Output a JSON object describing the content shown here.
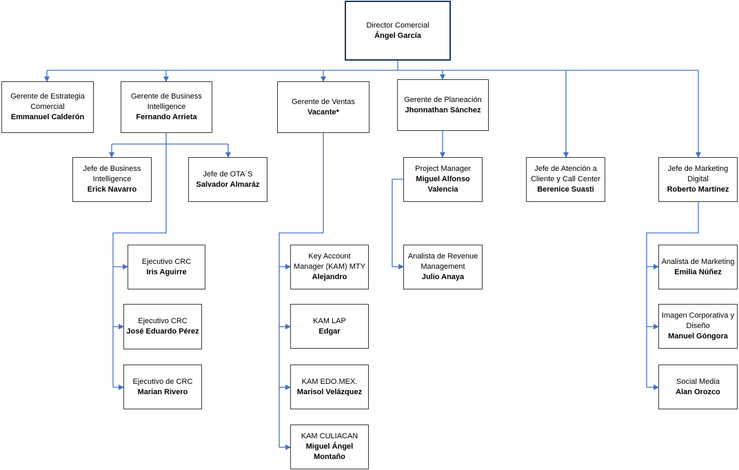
{
  "colors": {
    "connector": "#4472c4",
    "box_border": "#3a3a3a",
    "top_border": "#1f3864"
  },
  "director": {
    "role": "Director Comercial",
    "name": "Ángel García"
  },
  "estrategia": {
    "role": "Gerente de Estrategia Comercial",
    "name": "Emmanuel Calderón"
  },
  "bi": {
    "role": "Gerente de Business Intelligence",
    "name": "Fernando Arrieta"
  },
  "ventas": {
    "role": "Gerente de Ventas",
    "name": "Vacante*"
  },
  "planeacion": {
    "role": "Gerente de Planeación",
    "name": "Jhonnathan Sánchez"
  },
  "atencion": {
    "role": "Jefe de Atención a Cliente y Call Center",
    "name": "Berenice Suasti"
  },
  "marketing": {
    "role": "Jefe de Marketing Digital",
    "name": "Roberto Martínez"
  },
  "jefe_bi": {
    "role": "Jefe de Business Intelligence",
    "name": "Erick Navarro"
  },
  "otas": {
    "role": "Jefe de OTA´S",
    "name": "Salvador Almaráz"
  },
  "crc1": {
    "role": "Ejecutivo CRC",
    "name": "Iris Aguirre"
  },
  "crc2": {
    "role": "Ejecutivo CRC",
    "name": "José Eduardo Pérez"
  },
  "crc3": {
    "role": "Ejecutivo de CRC",
    "name": "Marian Rivero"
  },
  "kam_mty": {
    "role": "Key Account Manager (KAM) MTY",
    "name": "Alejandro"
  },
  "kam_lap": {
    "role": "KAM LAP",
    "name": "Edgar"
  },
  "kam_edomex": {
    "role": "KAM EDO.MEX.",
    "name": "Marisol Velázquez"
  },
  "kam_culiacan": {
    "role": "KAM CULIACAN",
    "name": "Miguel Ángel Montaño"
  },
  "project_manager": {
    "role": "Project Manager",
    "name": "Miguel Alfonso Valencia"
  },
  "revenue": {
    "role": "Analista de Revenue Management",
    "name": "Julio Anaya"
  },
  "analista_mkt": {
    "role": "Analista de Marketing",
    "name": "Emilia Núñez"
  },
  "imagen": {
    "role": "Imagen Corporativa y Diseño",
    "name": "Manuel Góngora"
  },
  "social": {
    "role": "Social Media",
    "name": "Alan Orozco"
  }
}
